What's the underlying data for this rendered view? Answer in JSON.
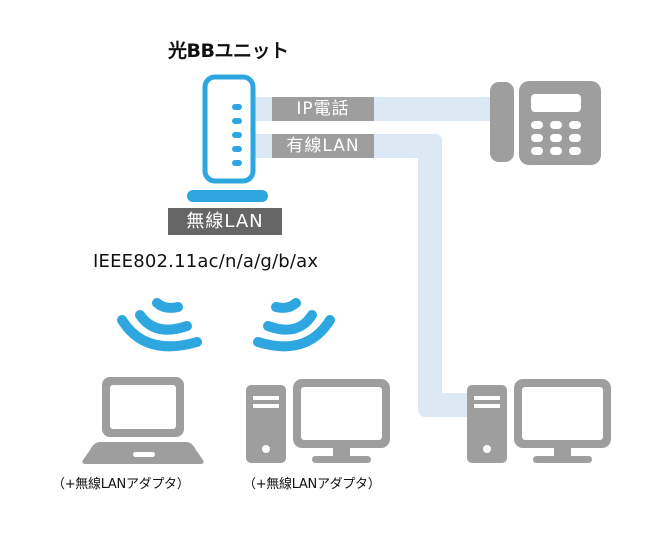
{
  "diagram": {
    "title": "光BBユニット",
    "router_icon": "router-icon",
    "connections": {
      "ip_phone_label": "IP電話",
      "wired_lan_label": "有線LAN",
      "wireless_lan_label": "無線LAN"
    },
    "wireless_standard": "IEEE802.11ac/n/a/g/b/ax",
    "devices": [
      {
        "icon": "laptop-icon",
        "caption": "（+無線LANアダプタ）"
      },
      {
        "icon": "desktop-pc-icon",
        "caption": "（+無線LANアダプタ）"
      },
      {
        "icon": "desktop-pc-icon",
        "caption": ""
      },
      {
        "icon": "ip-phone-icon",
        "caption": ""
      }
    ],
    "colors": {
      "accent_blue": "#2ea7e0",
      "cable_blue": "#dce9f5",
      "device_gray": "#9e9e9e",
      "label_gray": "#9e9e9e",
      "label_dark": "#666666"
    }
  }
}
